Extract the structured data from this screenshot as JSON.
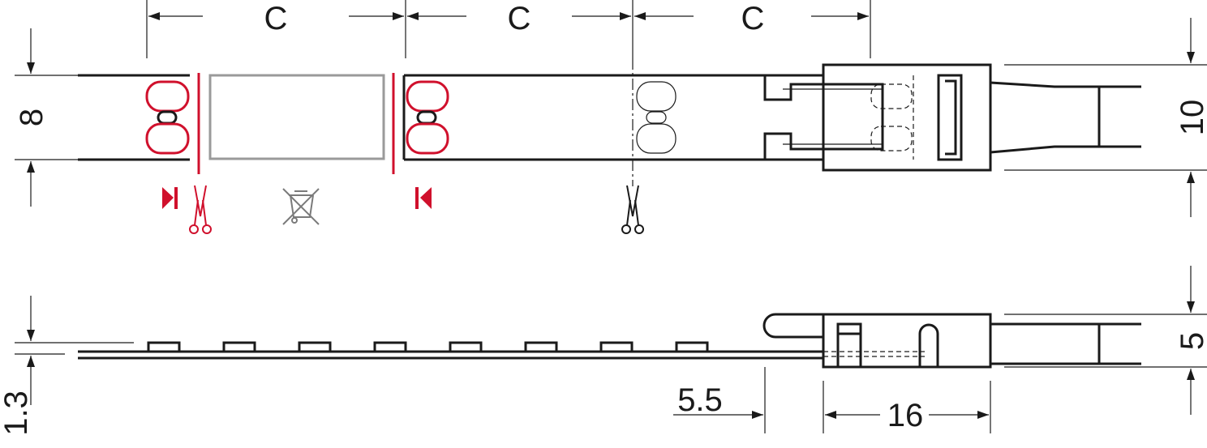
{
  "dimensions": {
    "pitch": "C",
    "strip_width": "8",
    "connector_width": "10",
    "connector_height": "5",
    "strip_thickness": "1.3",
    "offset": "5.5",
    "connector_length": "16"
  },
  "colors": {
    "line": "#1a1a1a",
    "cut_mark": "#d0102c",
    "hidden_section": "#9a9a9a"
  },
  "icons": [
    "scissors-icon",
    "direction-marker-icon",
    "crossed-out-bin-icon"
  ]
}
